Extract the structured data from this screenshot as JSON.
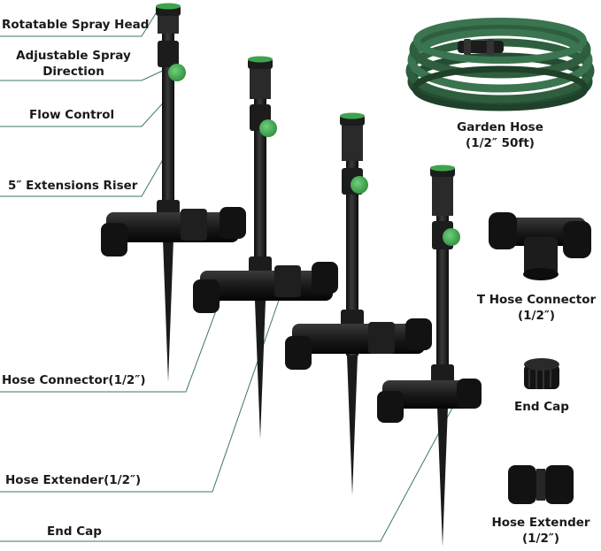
{
  "callouts": {
    "spray_head": "Rotatable Spray Head",
    "spray_direction_line1": "Adjustable Spray",
    "spray_direction_line2": "Direction",
    "flow_control": "Flow Control",
    "riser": "5″ Extensions Riser",
    "hose_connector": "Hose Connector(1/2″)",
    "hose_extender": "Hose Extender(1/2″)",
    "end_cap": "End Cap"
  },
  "parts": {
    "garden_hose_line1": "Garden Hose",
    "garden_hose_line2": "(1/2″ 50ft)",
    "t_connector_line1": "T Hose Connector",
    "t_connector_line2": "(1/2″)",
    "end_cap": "End Cap",
    "hose_extender_line1": "Hose Extender",
    "hose_extender_line2": "(1/2″)"
  },
  "colors": {
    "accent_green": "#3fa34d",
    "callout_line": "#3d7a5a",
    "plastic_black": "#1c1c1c",
    "hose_green": "#2e5e3e"
  },
  "sprinkler_count": 4
}
